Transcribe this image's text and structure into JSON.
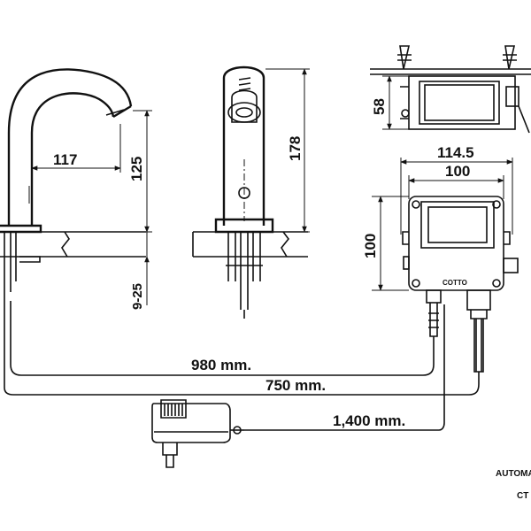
{
  "dimensions": {
    "spout_reach": "117",
    "spout_height": "125",
    "faucet_height": "178",
    "deck_thickness": "9-25",
    "box_height": "58",
    "box_outer_width": "114.5",
    "box_inner_width": "100",
    "box_front_height": "100",
    "cable_sensor": "980 mm.",
    "cable_solenoid": "750 mm.",
    "cable_adapter": "1,400 mm."
  },
  "brand": "COTTO",
  "product_note": {
    "line1": "AUTOMA",
    "line2": "CT"
  }
}
